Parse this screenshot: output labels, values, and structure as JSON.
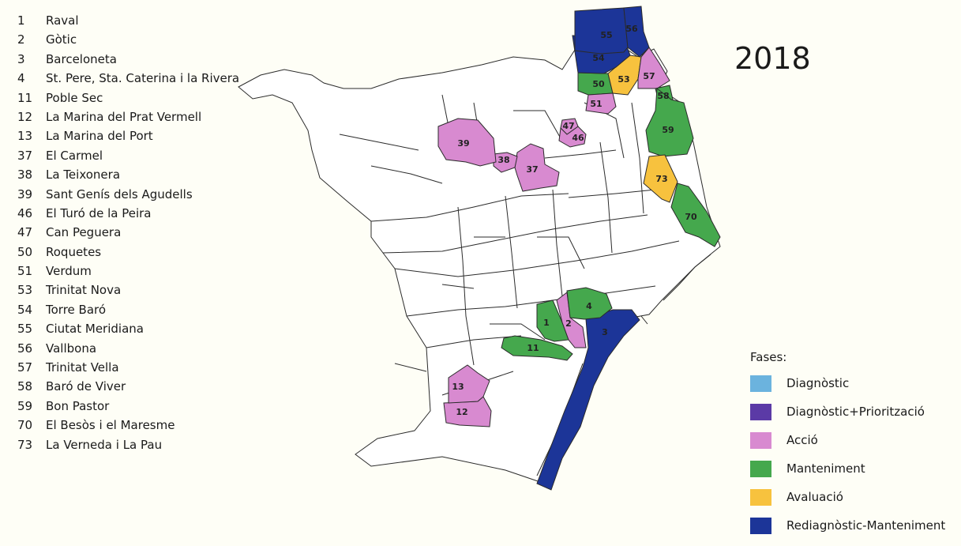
{
  "neighborhoods": [
    {
      "num": "1",
      "name": "Raval"
    },
    {
      "num": "2",
      "name": "Gòtic"
    },
    {
      "num": "3",
      "name": "Barceloneta"
    },
    {
      "num": "4",
      "name": "St. Pere, Sta. Caterina i la Rivera"
    },
    {
      "num": "11",
      "name": "Poble Sec"
    },
    {
      "num": "12",
      "name": "La Marina del Prat Vermell"
    },
    {
      "num": "13",
      "name": "La Marina del Port"
    },
    {
      "num": "37",
      "name": "El Carmel"
    },
    {
      "num": "38",
      "name": "La Teixonera"
    },
    {
      "num": "39",
      "name": "Sant Genís dels Agudells"
    },
    {
      "num": "46",
      "name": "El Turó de la Peira"
    },
    {
      "num": "47",
      "name": "Can Peguera"
    },
    {
      "num": "50",
      "name": "Roquetes"
    },
    {
      "num": "51",
      "name": "Verdum"
    },
    {
      "num": "53",
      "name": "Trinitat Nova"
    },
    {
      "num": "54",
      "name": "Torre Baró"
    },
    {
      "num": "55",
      "name": "Ciutat Meridiana"
    },
    {
      "num": "56",
      "name": "Vallbona"
    },
    {
      "num": "57",
      "name": "Trinitat Vella"
    },
    {
      "num": "58",
      "name": "Baró de Viver"
    },
    {
      "num": "59",
      "name": "Bon Pastor"
    },
    {
      "num": "70",
      "name": "El Besòs i el Maresme"
    },
    {
      "num": "73",
      "name": "La Verneda i La Pau"
    }
  ],
  "year": "2018",
  "legend": {
    "title": "Fases:",
    "items": [
      {
        "label": "Diagnòstic",
        "color": "#6bb3de"
      },
      {
        "label": "Diagnòstic+Priorització",
        "color": "#5b3aa6"
      },
      {
        "label": "Acció",
        "color": "#d88ad0"
      },
      {
        "label": "Manteniment",
        "color": "#45a84d"
      },
      {
        "label": "Avaluació",
        "color": "#f7c23e"
      },
      {
        "label": "Rediagnòstic-Manteniment",
        "color": "#1c3598"
      }
    ]
  },
  "phase_colors": {
    "accio": "#d88ad0",
    "manteniment": "#45a84d",
    "avaluacio": "#f7c23e",
    "rediagnostic": "#1c3598"
  },
  "regions": [
    {
      "num": "1",
      "phase": "manteniment"
    },
    {
      "num": "2",
      "phase": "accio"
    },
    {
      "num": "3",
      "phase": "rediagnostic"
    },
    {
      "num": "4",
      "phase": "manteniment"
    },
    {
      "num": "11",
      "phase": "manteniment"
    },
    {
      "num": "12",
      "phase": "accio"
    },
    {
      "num": "13",
      "phase": "accio"
    },
    {
      "num": "37",
      "phase": "accio"
    },
    {
      "num": "38",
      "phase": "accio"
    },
    {
      "num": "39",
      "phase": "accio"
    },
    {
      "num": "46",
      "phase": "accio"
    },
    {
      "num": "47",
      "phase": "accio"
    },
    {
      "num": "50",
      "phase": "manteniment"
    },
    {
      "num": "51",
      "phase": "accio"
    },
    {
      "num": "53",
      "phase": "avaluacio"
    },
    {
      "num": "54",
      "phase": "rediagnostic"
    },
    {
      "num": "55",
      "phase": "rediagnostic"
    },
    {
      "num": "56",
      "phase": "rediagnostic"
    },
    {
      "num": "57",
      "phase": "accio"
    },
    {
      "num": "58",
      "phase": "manteniment"
    },
    {
      "num": "59",
      "phase": "manteniment"
    },
    {
      "num": "70",
      "phase": "manteniment"
    },
    {
      "num": "73",
      "phase": "avaluacio"
    }
  ]
}
